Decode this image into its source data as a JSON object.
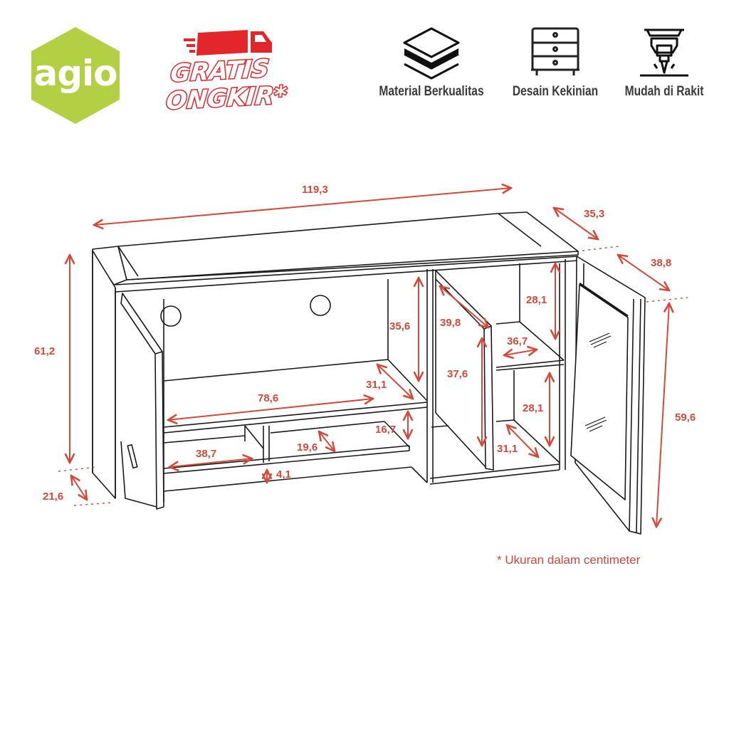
{
  "header": {
    "brand": {
      "name": "agio",
      "color": "#b5cf45"
    },
    "promo": {
      "line1": "GRATIS",
      "line2": "ONGKIR*",
      "color": "#e3262b",
      "icon": "delivery-truck-icon"
    },
    "features": [
      {
        "label": "Material Berkualitas",
        "icon": "layers-icon"
      },
      {
        "label": "Desain Kekinian",
        "icon": "drawer-cabinet-icon"
      },
      {
        "label": "Mudah di Rakit",
        "icon": "drill-press-icon"
      }
    ]
  },
  "diagram": {
    "subject": "TV cabinet / media console line drawing with dimensions",
    "line_color": "#1a1a1a",
    "dimension_color": "#d34a3a",
    "dimensions": {
      "overall_width": "119,3",
      "top_depth": "35,3",
      "body_depth": "38,8",
      "overall_height": "61,2",
      "base_depth": "21,6",
      "right_door_height": "59,6",
      "open_compartment_height": "35,6",
      "main_shelf_width": "78,6",
      "main_shelf_depth": "31,1",
      "lower_left_width": "38,7",
      "lower_mid_depth": "19,6",
      "lower_mid_height": "16,7",
      "plinth_height": "4,1",
      "middle_door_width": "39,8",
      "middle_door_height": "37,6",
      "right_upper_height": "28,1",
      "right_shelf_width": "36,7",
      "right_lower_height": "28,1",
      "right_lower_depth": "31,1"
    }
  },
  "footnote": "* Ukuran dalam centimeter"
}
